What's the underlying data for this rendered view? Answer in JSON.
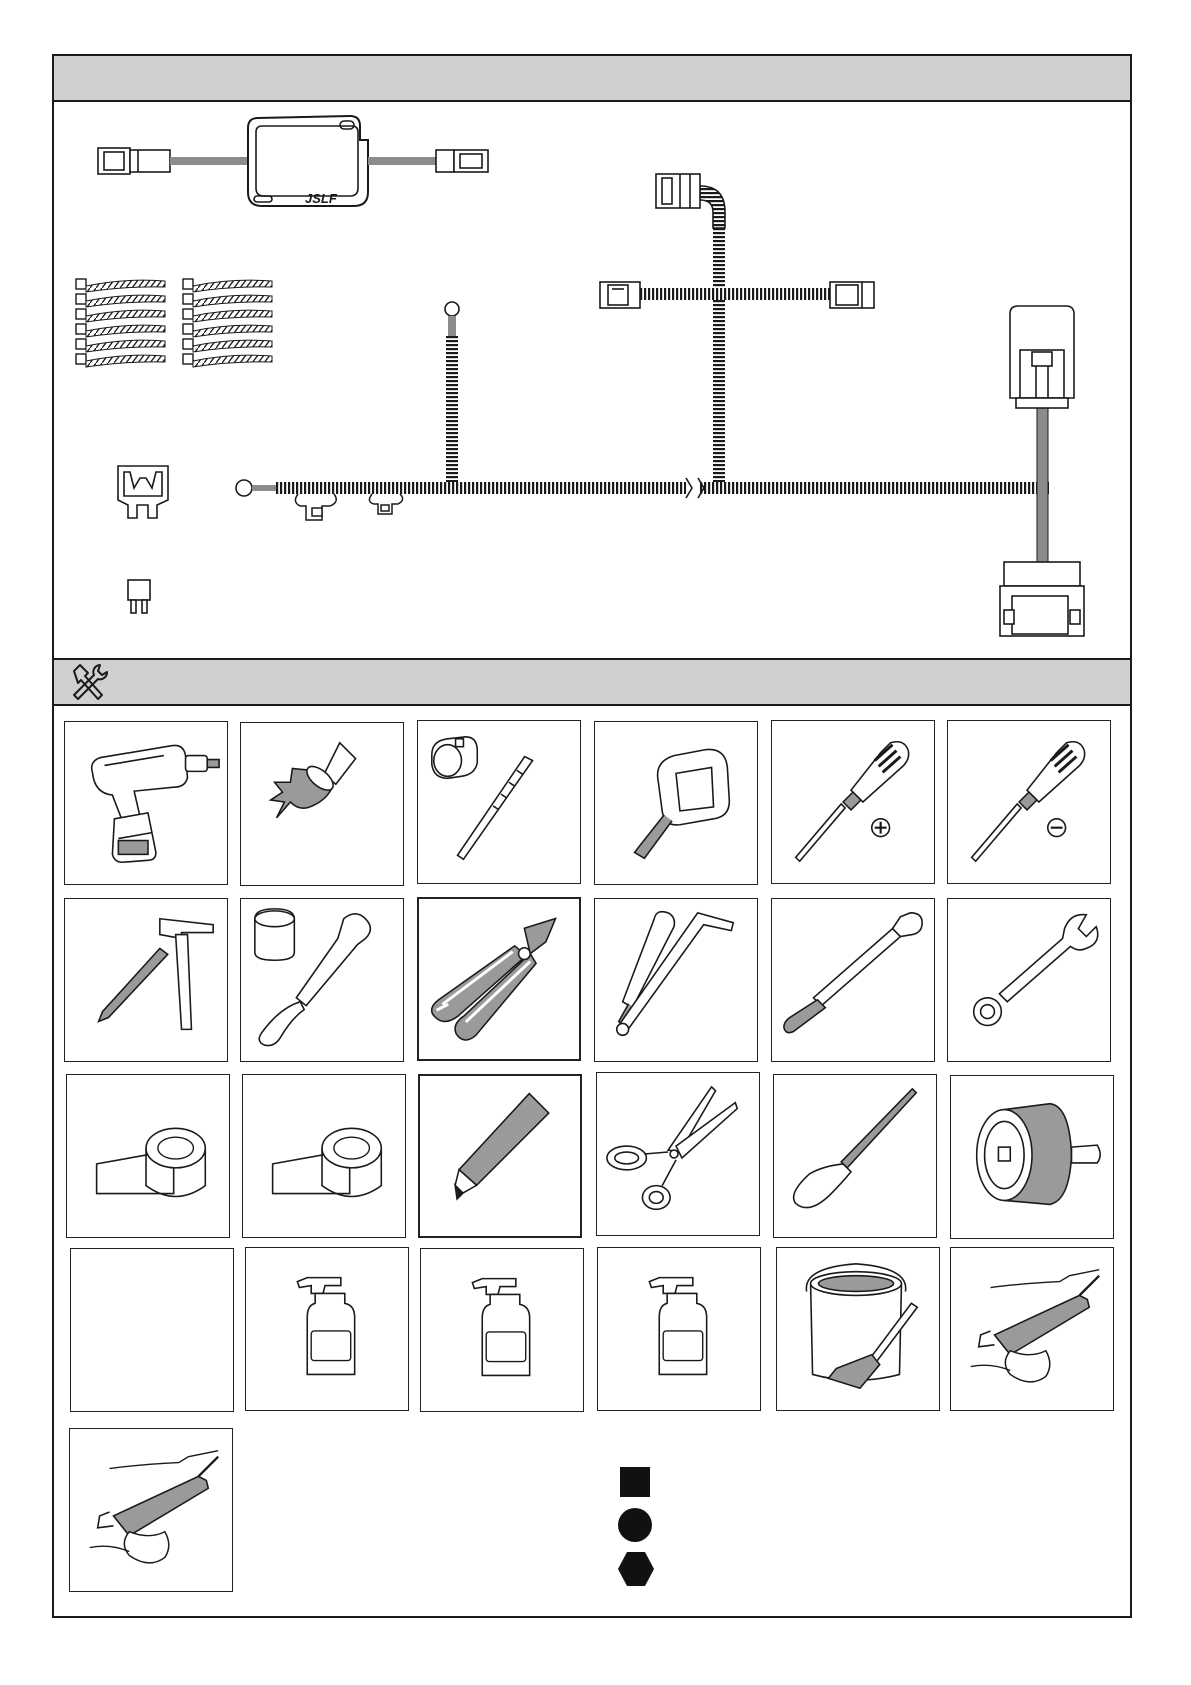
{
  "colors": {
    "line": "#1a1a1a",
    "header_fill": "#d0d0d0",
    "part_grey": "#8c8c8c",
    "tool_grey": "#9a9a9a"
  },
  "header": {
    "tools_icon": "hammer-wrench-icon"
  },
  "parts": {
    "module_logo": "JSLF",
    "items": [
      {
        "name": "control-module-with-cables",
        "icon": "module-icon"
      },
      {
        "name": "cable-ties",
        "icon": "cable-tie-icon"
      },
      {
        "name": "blade-fuse-holder",
        "icon": "fuse-holder-icon"
      },
      {
        "name": "mini-fuse",
        "icon": "mini-fuse-icon"
      },
      {
        "name": "main-wiring-harness",
        "icon": "harness-icon"
      }
    ]
  },
  "tools": [
    {
      "icon": "cordless-drill-icon"
    },
    {
      "icon": "hole-saw-icon"
    },
    {
      "icon": "drill-bit-with-stop-icon"
    },
    {
      "icon": "tape-measure-icon"
    },
    {
      "icon": "phillips-screwdriver-icon"
    },
    {
      "icon": "flat-screwdriver-icon"
    },
    {
      "icon": "center-punch-and-hammer-icon"
    },
    {
      "icon": "socket-wrench-icon"
    },
    {
      "icon": "wire-cutter-pliers-icon"
    },
    {
      "icon": "hex-key-icon"
    },
    {
      "icon": "torque-wrench-icon"
    },
    {
      "icon": "combination-wrench-icon"
    },
    {
      "icon": "tape-roll-icon"
    },
    {
      "icon": "tape-roll-icon"
    },
    {
      "icon": "marker-pen-icon"
    },
    {
      "icon": "scissors-icon"
    },
    {
      "icon": "round-file-icon"
    },
    {
      "icon": "deburring-tool-icon"
    },
    {
      "icon": "blank-tile"
    },
    {
      "icon": "spray-bottle-icon"
    },
    {
      "icon": "spray-bottle-icon"
    },
    {
      "icon": "spray-bottle-icon"
    },
    {
      "icon": "paint-can-brush-icon"
    },
    {
      "icon": "rivet-gun-icon"
    },
    {
      "icon": "rivet-gun-icon"
    }
  ],
  "legend": [
    {
      "shape": "square",
      "icon": "square-symbol-icon"
    },
    {
      "shape": "circle",
      "icon": "circle-symbol-icon"
    },
    {
      "shape": "hexagon",
      "icon": "hexagon-symbol-icon"
    }
  ]
}
